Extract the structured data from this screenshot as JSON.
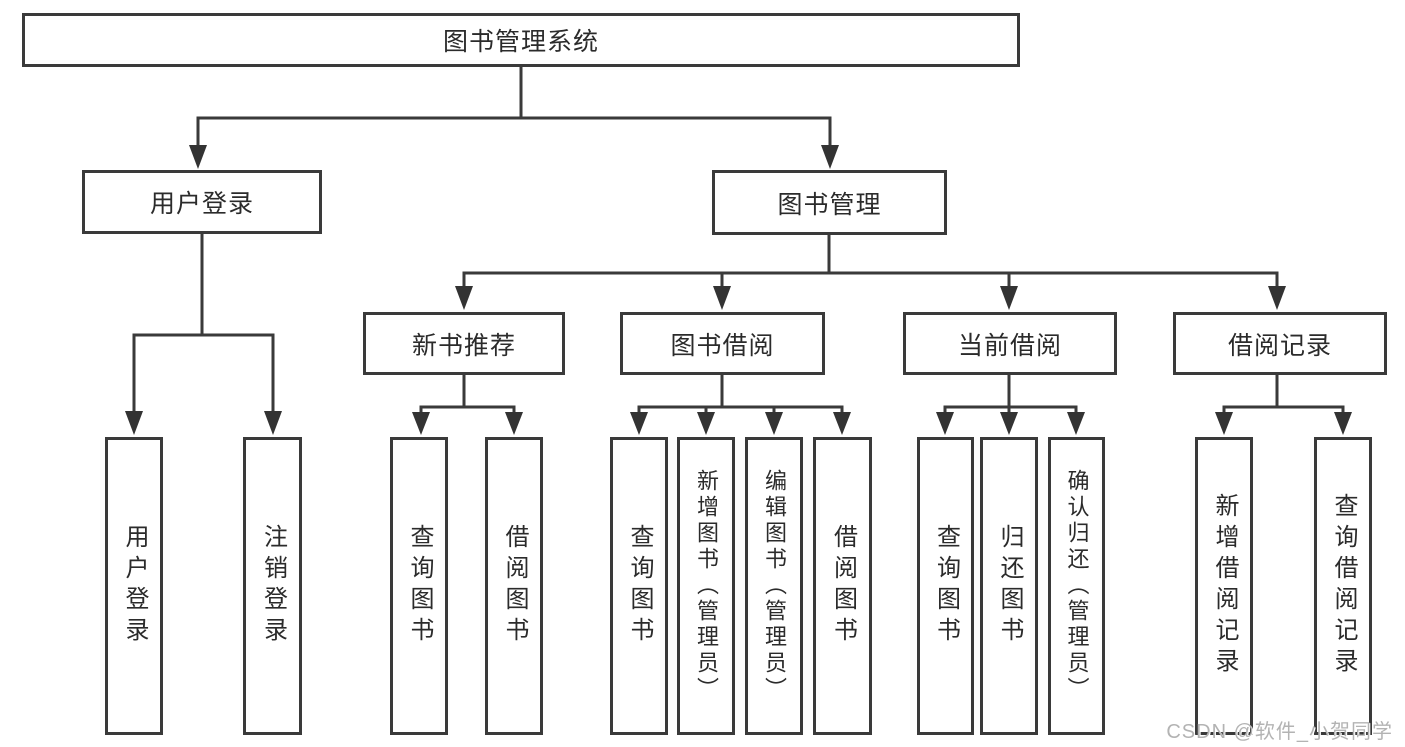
{
  "diagram": {
    "root": {
      "label": "图书管理系统"
    },
    "branches": [
      {
        "label": "用户登录",
        "children": [
          {
            "label": "用户登录"
          },
          {
            "label": "注销登录"
          }
        ]
      },
      {
        "label": "图书管理",
        "children": [
          {
            "label": "新书推荐",
            "children": [
              {
                "label": "查询图书"
              },
              {
                "label": "借阅图书"
              }
            ]
          },
          {
            "label": "图书借阅",
            "children": [
              {
                "label": "查询图书"
              },
              {
                "label": "新增图书（管理员）"
              },
              {
                "label": "编辑图书（管理员）"
              },
              {
                "label": "借阅图书"
              }
            ]
          },
          {
            "label": "当前借阅",
            "children": [
              {
                "label": "查询图书"
              },
              {
                "label": "归还图书"
              },
              {
                "label": "确认归还（管理员）"
              }
            ]
          },
          {
            "label": "借阅记录",
            "children": [
              {
                "label": "新增借阅记录"
              },
              {
                "label": "查询借阅记录"
              }
            ]
          }
        ]
      }
    ]
  },
  "watermark": {
    "text": "CSDN @软件_小贺同学"
  },
  "colors": {
    "line": "#3a3a3a",
    "box_border": "#3a3a3a",
    "text": "#2b2b2b",
    "background": "#ffffff",
    "watermark": "#b3b3b3"
  }
}
